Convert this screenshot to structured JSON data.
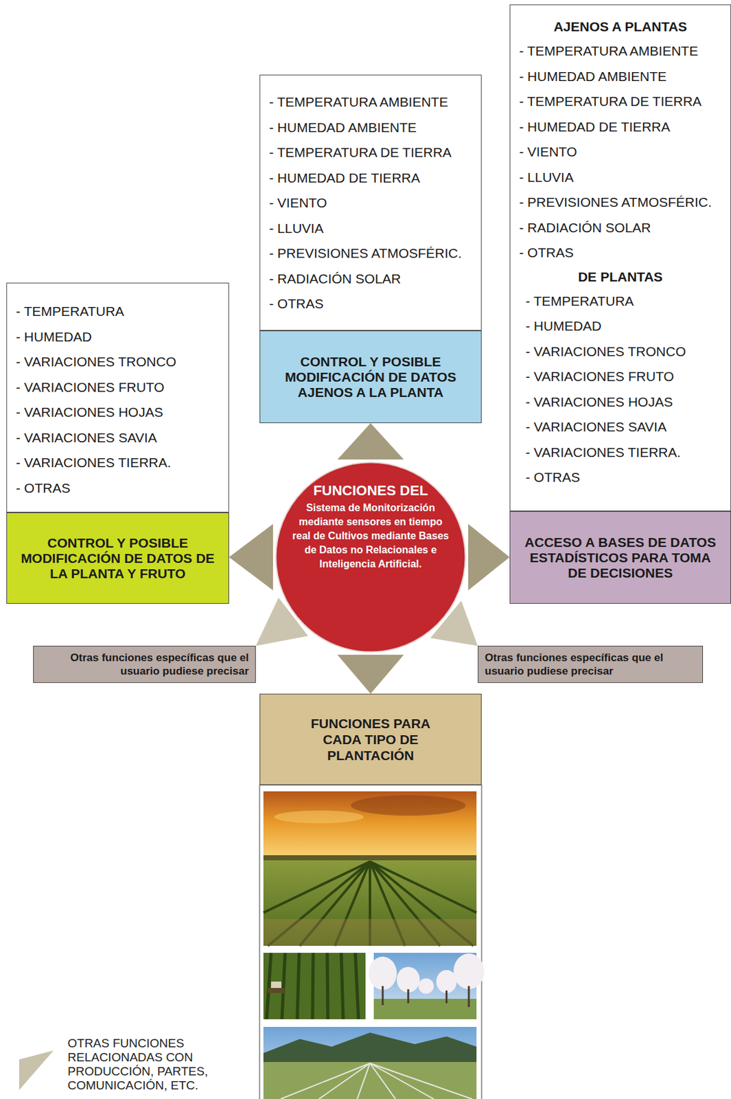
{
  "diagram": {
    "nodes": [
      {
        "text": [
          "- TEMPERATURA AMBIENTE",
          "- HUMEDAD AMBIENTE",
          "- TEMPERATURA DE TIERRA",
          "- HUMEDAD DE TIERRA",
          "- VIENTO",
          "- LLUVIA",
          "- PREVISIONES ATMOSFÉRIC.",
          "- RADIACIÓN SOLAR",
          "- OTRAS"
        ]
      },
      {
        "text": [
          "CONTROL Y POSIBLE MODIFICACIÓN DE DATOS AJENOS A LA PLANTA"
        ]
      },
      {
        "text": [
          "AJENOS A PLANTAS",
          "- TEMPERATURA AMBIENTE",
          "- HUMEDAD AMBIENTE",
          "- TEMPERATURA DE TIERRA",
          "- HUMEDAD DE TIERRA",
          "- VIENTO",
          "- LLUVIA",
          "- PREVISIONES ATMOSFÉRIC.",
          "- RADIACIÓN SOLAR",
          "- OTRAS",
          "DE PLANTAS",
          "- TEMPERATURA",
          "- HUMEDAD",
          "- VARIACIONES TRONCO",
          "- VARIACIONES FRUTO",
          "- VARIACIONES HOJAS",
          "- VARIACIONES SAVIA",
          "- VARIACIONES TIERRA.",
          "- OTRAS"
        ]
      },
      {
        "text": [
          "ACCESO A BASES DE DATOS ESTADÍSTICOS PARA TOMA DE DECISIONES"
        ]
      },
      {
        "text": [
          "- TEMPERATURA",
          "- HUMEDAD",
          "- VARIACIONES TRONCO",
          "- VARIACIONES FRUTO",
          "- VARIACIONES HOJAS",
          "- VARIACIONES SAVIA",
          "- VARIACIONES TIERRA.",
          "- OTRAS"
        ]
      },
      {
        "text": [
          "CONTROL Y POSIBLE MODIFICACIÓN DE DATOS DE LA PLANTA Y FRUTO"
        ]
      },
      {
        "text": [
          "FUNCIONES DEL",
          "Sistema de Monitorización mediante sensores en tiempo real de Cultivos mediante Bases de Datos no Relacionales e Inteligencia Artificial."
        ]
      },
      {
        "text": [
          "Otras funciones específicas que el usuario pudiese precisar"
        ]
      },
      {
        "text": [
          "Otras funciones específicas que el usuario pudiese precisar"
        ]
      },
      {
        "text": [
          "FUNCIONES PARA CADA TIPO DE PLANTACIÓN"
        ]
      }
    ],
    "edges": [
      {
        "from": 6,
        "to": 1,
        "arrow": "to"
      },
      {
        "from": 6,
        "to": 5,
        "arrow": "to"
      },
      {
        "from": 6,
        "to": 3,
        "arrow": "to"
      },
      {
        "from": 6,
        "to": 9,
        "arrow": "to"
      },
      {
        "from": 6,
        "to": 7,
        "arrow": "to"
      },
      {
        "from": 6,
        "to": 8,
        "arrow": "to"
      }
    ],
    "legend": [
      {
        "text": "OTRAS FUNCIONES RELACIONADAS CON PRODUCCIÓN, PARTES, COMUNICACIÓN, ETC."
      }
    ]
  }
}
